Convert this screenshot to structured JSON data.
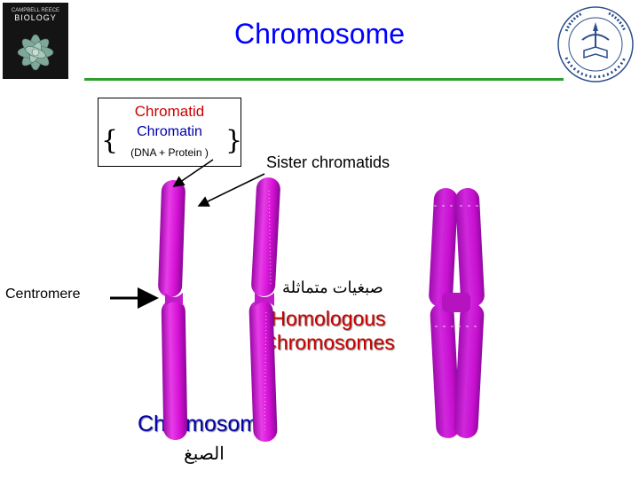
{
  "header": {
    "title": "Chromosome"
  },
  "book": {
    "title_line_1": "CAMPBELL REECE",
    "title_line_2": "BIOLOGY"
  },
  "labels": {
    "chromatid": "Chromatid",
    "chromatin": "Chromatin",
    "dna_protein": "(DNA + Protein )",
    "sister_chromatids": "Sister chromatids",
    "centromere": "Centromere",
    "arabic_homologous": "صبغيات متماثلة",
    "homologous_line_1": "Homologous",
    "homologous_line_2": "Chromosomes",
    "chromosome": "Chromosome",
    "arabic_chromosome": "الصبغ"
  },
  "colors": {
    "title": "#0000ff",
    "rule": "#2e9e2e",
    "chromatid_magenta": "#d410d4",
    "homologous_dark": "#c80fd0",
    "chromatid_text": "#cc0000",
    "chromatin_text": "#0000aa"
  },
  "icons": {
    "logo_left": "book-cover-icon",
    "logo_right": "university-seal-icon"
  }
}
